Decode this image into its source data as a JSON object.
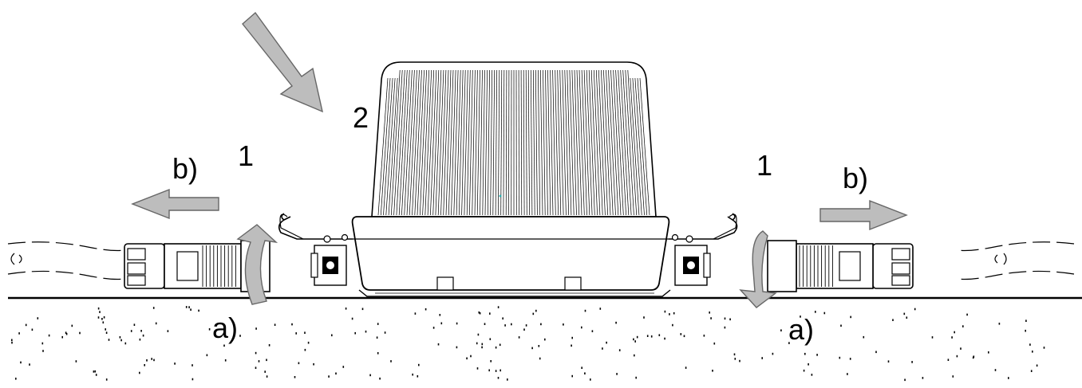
{
  "labels": {
    "left_one": "1",
    "right_one": "1",
    "two": "2",
    "left_b": "b)",
    "right_b": "b)",
    "left_a": "a)",
    "right_a": "a)"
  },
  "colors": {
    "arrow_fill": "#bdbdbd",
    "arrow_stroke": "#666666",
    "line": "#000000",
    "ground_dots": "#000000"
  },
  "icons": {
    "main_arrow": "diagonal-down-arrow-icon",
    "pull_arrow": "horizontal-arrow-icon",
    "rotate_arrow": "curved-rotation-arrow-icon"
  }
}
